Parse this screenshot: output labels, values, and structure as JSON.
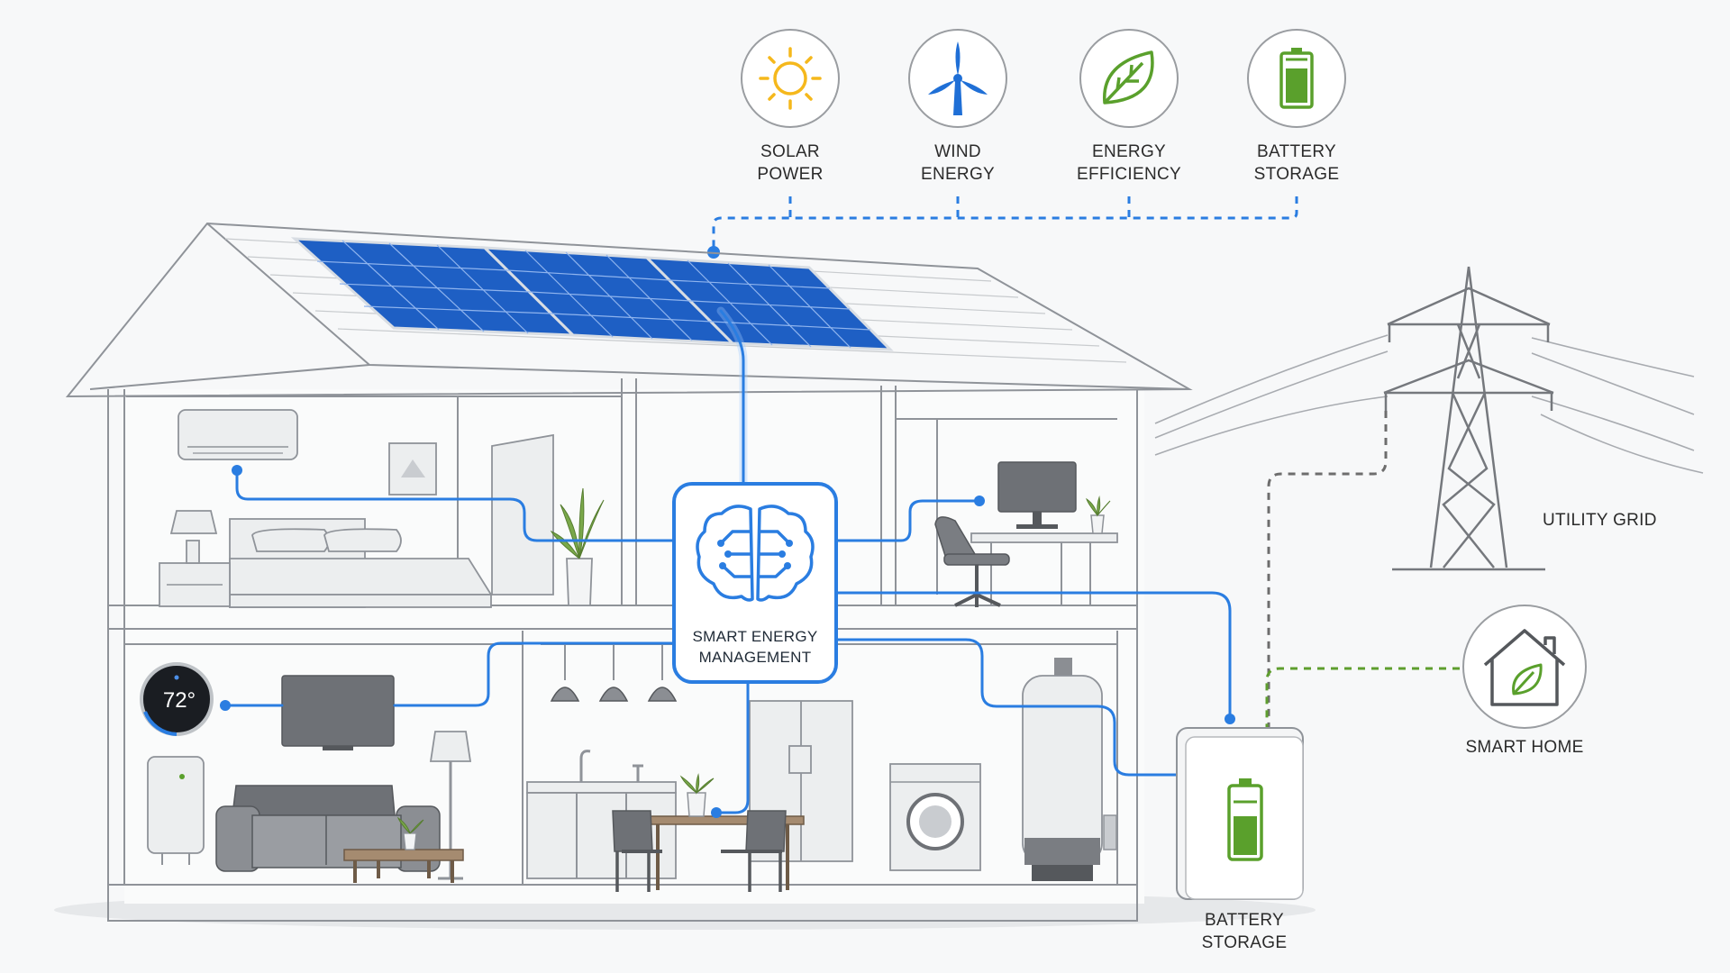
{
  "energy_sources": [
    {
      "label_line1": "SOLAR",
      "label_line2": "POWER",
      "icon": "sun-icon",
      "color": "#f5b81c"
    },
    {
      "label_line1": "WIND",
      "label_line2": "ENERGY",
      "icon": "wind-turbine-icon",
      "color": "#1f6fd6"
    },
    {
      "label_line1": "ENERGY",
      "label_line2": "EFFICIENCY",
      "icon": "leaf-icon",
      "color": "#5aa02c"
    },
    {
      "label_line1": "BATTERY",
      "label_line2": "STORAGE",
      "icon": "battery-icon",
      "color": "#5aa02c"
    }
  ],
  "hub": {
    "label_line1": "SMART ENERGY",
    "label_line2": "MANAGEMENT",
    "icon": "brain-circuit-icon",
    "color": "#2a7de1"
  },
  "thermostat": {
    "reading": "72°"
  },
  "utility_grid": {
    "label": "UTILITY GRID",
    "icon": "power-tower-icon"
  },
  "smart_home": {
    "label": "SMART HOME",
    "icon": "house-leaf-icon",
    "color": "#5aa02c"
  },
  "battery_unit": {
    "label_line1": "BATTERY",
    "label_line2": "STORAGE",
    "icon": "battery-icon",
    "color": "#5aa02c"
  },
  "colors": {
    "wire": "#2a7de1",
    "grid_link": "#6d6d6d",
    "home_link": "#5e9e2e",
    "solar_panel": "#1e5fc4"
  }
}
